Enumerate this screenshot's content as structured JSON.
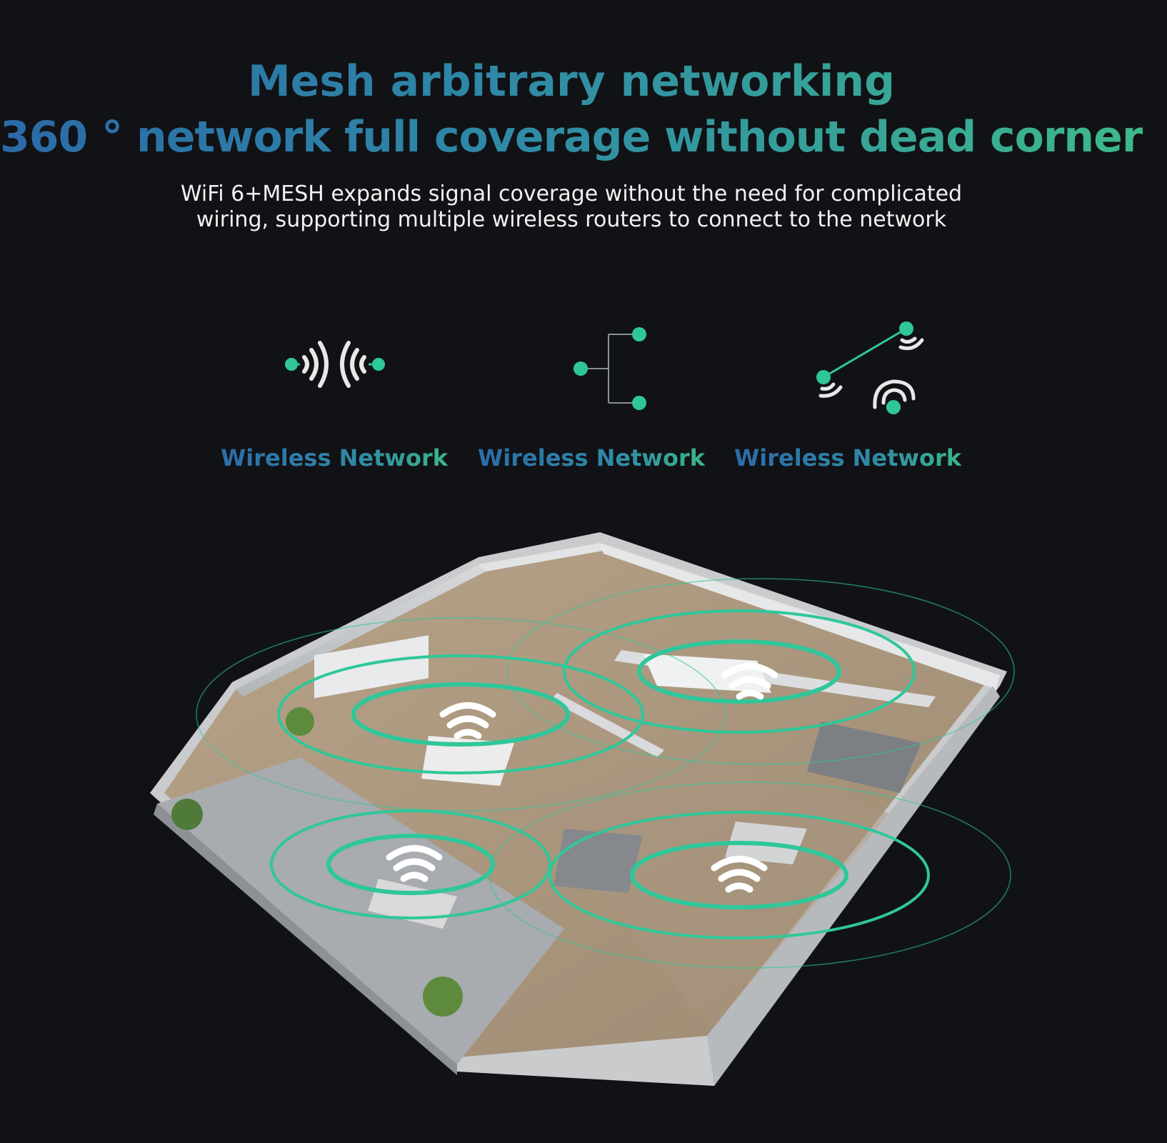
{
  "headline": {
    "line1": "Mesh arbitrary networking",
    "line2": "360 ° network full coverage without dead corners"
  },
  "subtitle": {
    "line1": "WiFi 6+MESH expands signal coverage without the need for complicated",
    "line2": "wiring, supporting multiple wireless routers to connect to the network"
  },
  "features": [
    {
      "label": "Wireless Network",
      "icon": "signal-exchange-icon"
    },
    {
      "label": "Wireless Network",
      "icon": "branch-topology-icon"
    },
    {
      "label": "Wireless Network",
      "icon": "mesh-nodes-icon"
    }
  ],
  "colors": {
    "background": "#111216",
    "accent_blue": "#2b6aa8",
    "accent_green": "#3db98a",
    "node": "#2fc79a"
  }
}
